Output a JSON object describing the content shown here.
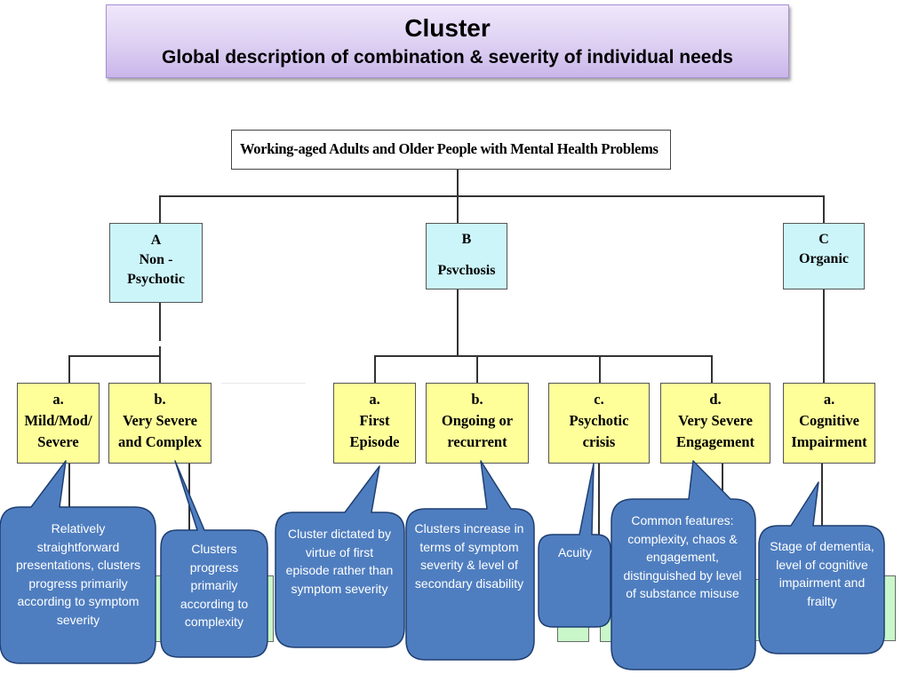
{
  "title": {
    "main": "Cluster",
    "subtitle": "Global description of combination & severity of individual needs"
  },
  "root": {
    "label": "Working-aged Adults and Older People with Mental Health Problems"
  },
  "categories": [
    {
      "letter": "A",
      "line1": "Non -",
      "line2": "Psychotic"
    },
    {
      "letter": "B",
      "line1": "Psvchosis"
    },
    {
      "letter": "C",
      "line1": "Organic"
    }
  ],
  "subcategories": [
    {
      "letter": "a.",
      "line1": "Mild/Mod/",
      "line2": "Severe"
    },
    {
      "letter": "b.",
      "line1": "Very Severe",
      "line2": "and Complex"
    },
    {
      "letter": "a.",
      "line1": "First",
      "line2": "Episode"
    },
    {
      "letter": "b.",
      "line1": "Ongoing or",
      "line2": "recurrent"
    },
    {
      "letter": "c.",
      "line1": "Psychotic",
      "line2": "crisis"
    },
    {
      "letter": "d.",
      "line1": "Very Severe",
      "line2": "Engagement"
    },
    {
      "letter": "a.",
      "line1": "Cognitive",
      "line2": "Impairment"
    }
  ],
  "callouts": [
    {
      "text": "Relatively straightforward presentations, clusters progress primarily according to symptom severity"
    },
    {
      "text": "Clusters progress primarily according to complexity"
    },
    {
      "text": "Cluster dictated by virtue of first episode rather than symptom severity"
    },
    {
      "text": "Clusters increase in terms of symptom severity & level of secondary disability"
    },
    {
      "text": "Acuity"
    },
    {
      "text": "Common features: complexity, chaos & engagement, distinguished by level of substance misuse"
    },
    {
      "text": "Stage of dementia, level of cognitive impairment and frailty"
    }
  ],
  "colors": {
    "banner": "#d9ccf0",
    "category_fill": "#ccf5fa",
    "subcategory_fill": "#ffff9a",
    "callout_fill": "#4f7ec0",
    "callout_stroke": "#1e3f72",
    "hidden_box_fill": "#c9f7c9"
  }
}
